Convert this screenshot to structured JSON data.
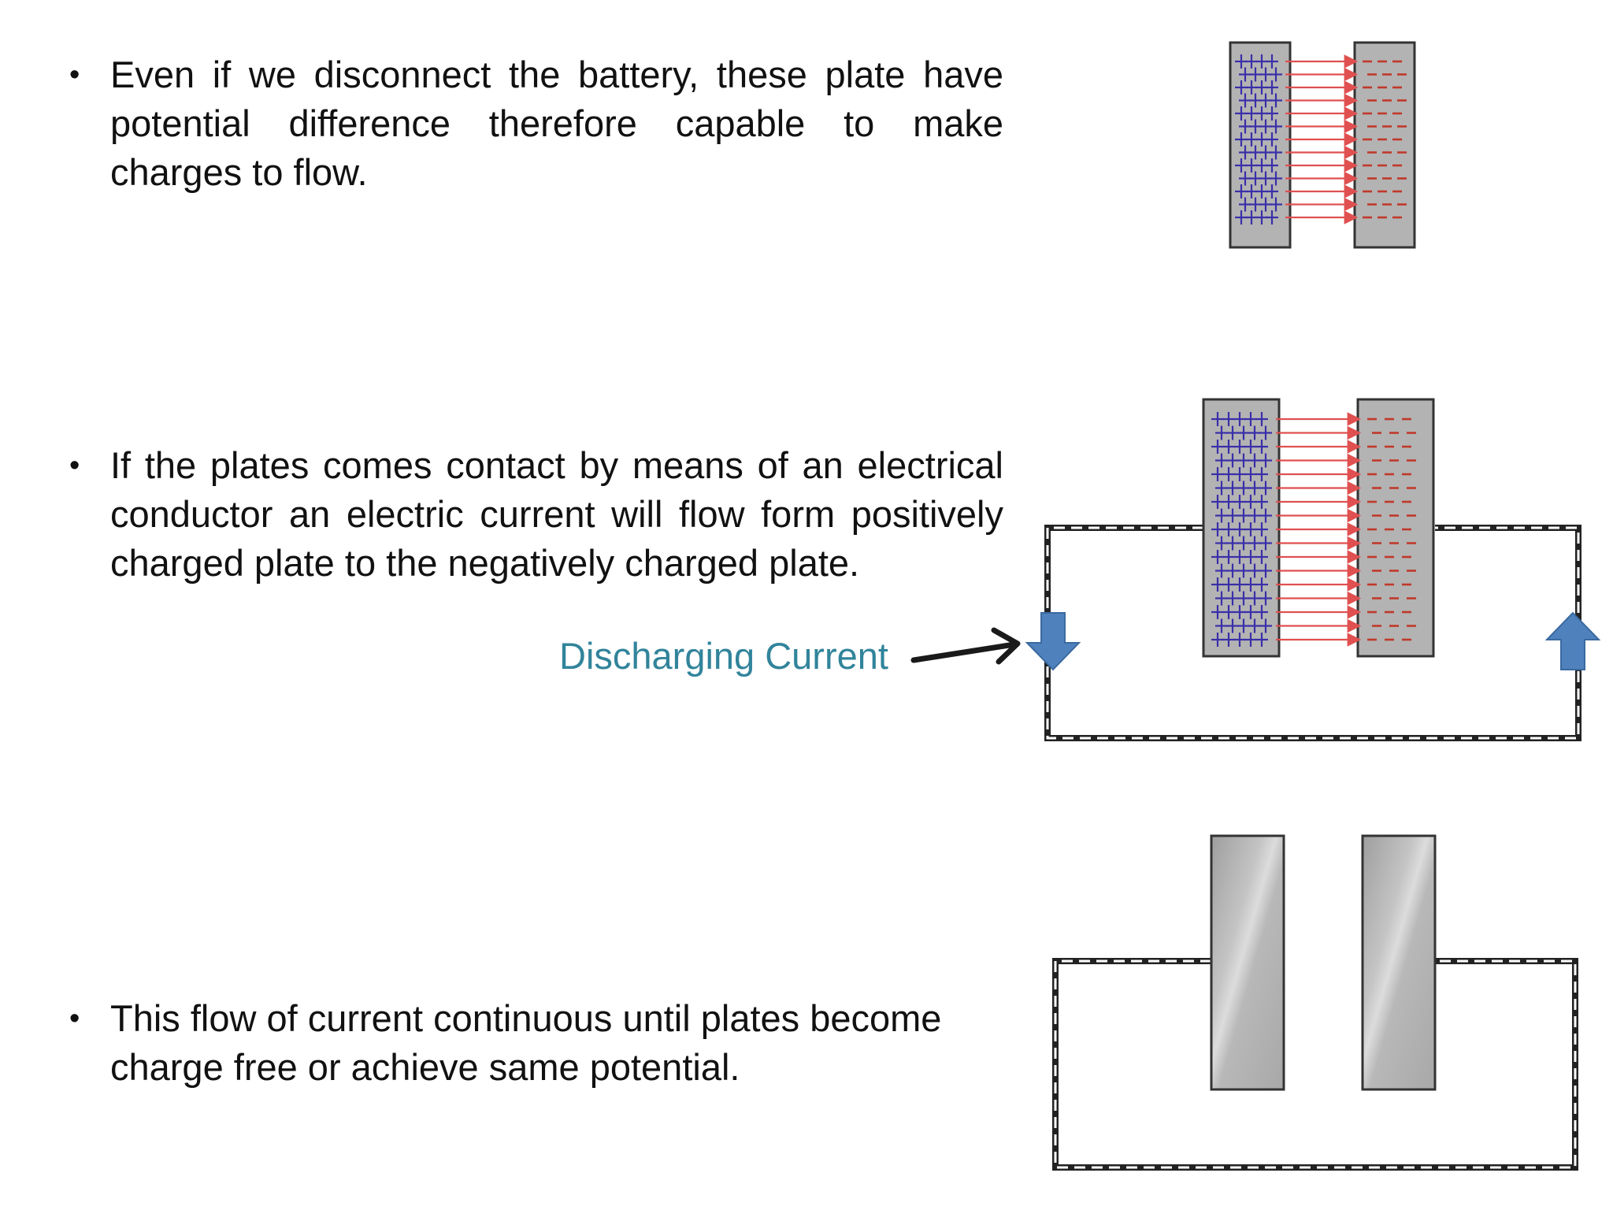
{
  "bullets": [
    {
      "marker": "•",
      "text": "Even if we disconnect the battery, these plate have potential difference therefore capable to make charges to flow."
    },
    {
      "marker": "•",
      "text": "If the plates comes contact by means of an electrical conductor an electric current will flow form positively charged plate to the negatively charged plate."
    },
    {
      "marker": "•",
      "text": "This flow of current continuous until plates become charge free or achieve same potential."
    }
  ],
  "annotation": {
    "label": "Discharging Current"
  },
  "colors": {
    "plate_fill": "#b3b3b3",
    "plate_stroke": "#333333",
    "positive_charge": "#3a2fa8",
    "negative_charge": "#c0392b",
    "field_line": "#e05050",
    "current_arrow": "#4f81bd",
    "label_text": "#31849b"
  },
  "icons": {
    "current_down": "down-arrow-icon",
    "current_up": "up-arrow-icon",
    "pointer": "pointer-arrow-icon"
  }
}
